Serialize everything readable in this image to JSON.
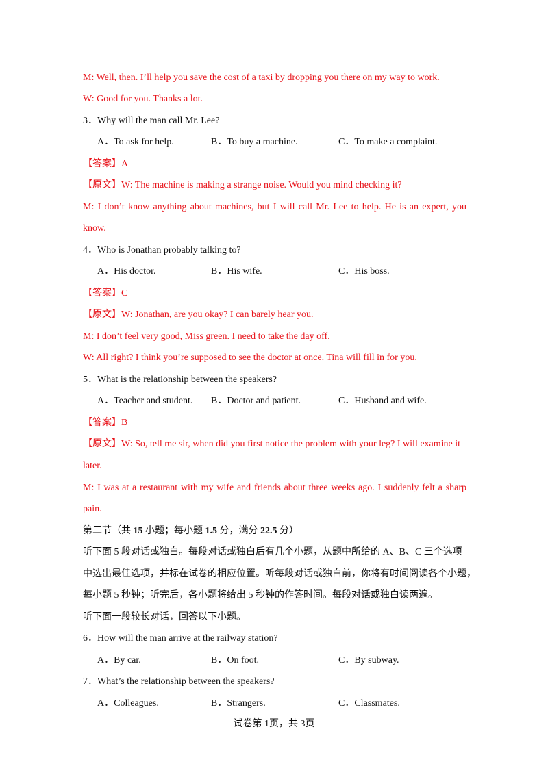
{
  "q2_tail": {
    "m": "M: Well, then. I’ll help you save the cost of a taxi by dropping you there on my way to work.",
    "w": "W: Good for you. Thanks a lot."
  },
  "q3": {
    "question": "3．Why will the man call Mr. Lee?",
    "options": [
      "A．To ask for help.",
      "B．To buy a machine.",
      "C．To make a complaint."
    ],
    "answer_tag": "【答案】",
    "answer": "A",
    "script_tag": "【原文】",
    "script_w": "W: The machine is making a strange noise. Would you mind checking it?",
    "script_m1": "M: I don’t know anything about machines, but I will call Mr. Lee to help. He is an expert, you",
    "script_m2": "know."
  },
  "q4": {
    "question": "4．Who is Jonathan probably talking to?",
    "options": [
      "A．His doctor.",
      "B．His wife.",
      "C．His boss."
    ],
    "answer_tag": "【答案】",
    "answer": "C",
    "script_tag": "【原文】",
    "script_w1": "W: Jonathan, are you okay? I can barely hear you.",
    "script_m": "M: I don’t feel very good, Miss green. I need to take the day off.",
    "script_w2": "W: All right? I think you’re supposed to see the doctor at once. Tina will fill in for you."
  },
  "q5": {
    "question": "5．What is the relationship between the speakers?",
    "options": [
      "A．Teacher and student.",
      "B．Doctor and patient.",
      "C．Husband and wife."
    ],
    "answer_tag": "【答案】",
    "answer": "B",
    "script_tag": "【原文】",
    "script_w1": "W: So, tell me sir, when did you first notice the problem with your leg? I will examine it",
    "script_w2": "later.",
    "script_m1": "M: I was at a restaurant with my wife and friends about three weeks ago. I suddenly felt a sharp",
    "script_m2": "pain."
  },
  "section2": {
    "heading_pre": "第二节（共 ",
    "count": "15",
    "heading_mid1": " 小题；每小题 ",
    "per": "1.5",
    "heading_mid2": " 分，满分 ",
    "total": "22.5",
    "heading_post": " 分）",
    "instr1": "听下面 5 段对话或独白。每段对话或独白后有几个小题，从题中所给的 A、B、C 三个选项",
    "instr2": "中选出最佳选项，并标在试卷的相应位置。听每段对话或独白前，你将有时间阅读各个小题，",
    "instr3": "每小题 5 秒钟；听完后，各小题将给出 5 秒钟的作答时间。每段对话或独白读两遍。",
    "instr4": "听下面一段较长对话，回答以下小题。"
  },
  "q6": {
    "question": "6．How will the man arrive at the railway station?",
    "options": [
      "A．By car.",
      "B．On foot.",
      "C．By subway."
    ]
  },
  "q7": {
    "question": "7．What’s the relationship between the speakers?",
    "options": [
      "A．Colleagues.",
      "B．Strangers.",
      "C．Classmates."
    ]
  },
  "footer": "试卷第 1页，共 3页"
}
